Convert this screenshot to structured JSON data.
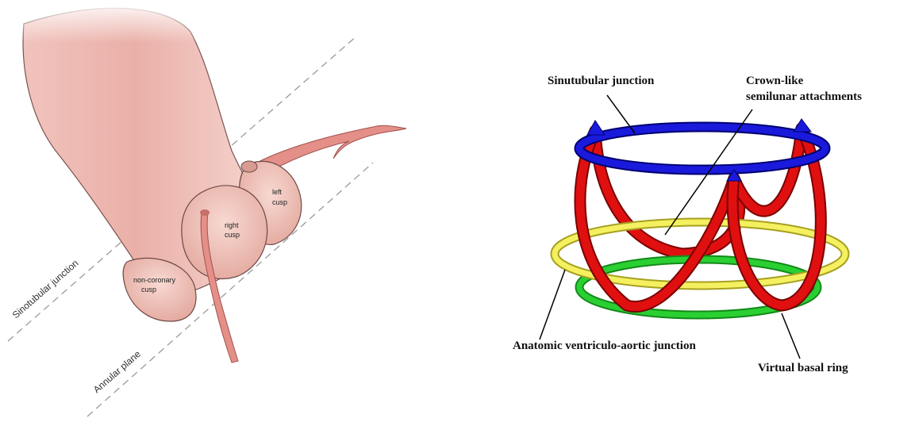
{
  "left_panel": {
    "labels": {
      "left_cusp": [
        "left",
        "cusp"
      ],
      "right_cusp": [
        "right",
        "cusp"
      ],
      "non_coronary_cusp": [
        "non-coronary",
        "cusp"
      ],
      "sinotubular_junction": "Sinotubular junction",
      "annular_plane": "Annular plane"
    }
  },
  "right_panel": {
    "labels": {
      "sinutubular_junction": "Sinutubular junction",
      "crown_like": [
        "Crown-like",
        "semilunar attachments"
      ],
      "anatomic_junction": "Anatomic ventriculo-aortic junction",
      "virtual_basal_ring": "Virtual basal ring"
    },
    "colors": {
      "sinutubular_ring": "#1a1adc",
      "crown_attachments": "#e01010",
      "anatomic_junction_ring": "#f0ee50",
      "virtual_basal_ring": "#22c02a"
    }
  }
}
